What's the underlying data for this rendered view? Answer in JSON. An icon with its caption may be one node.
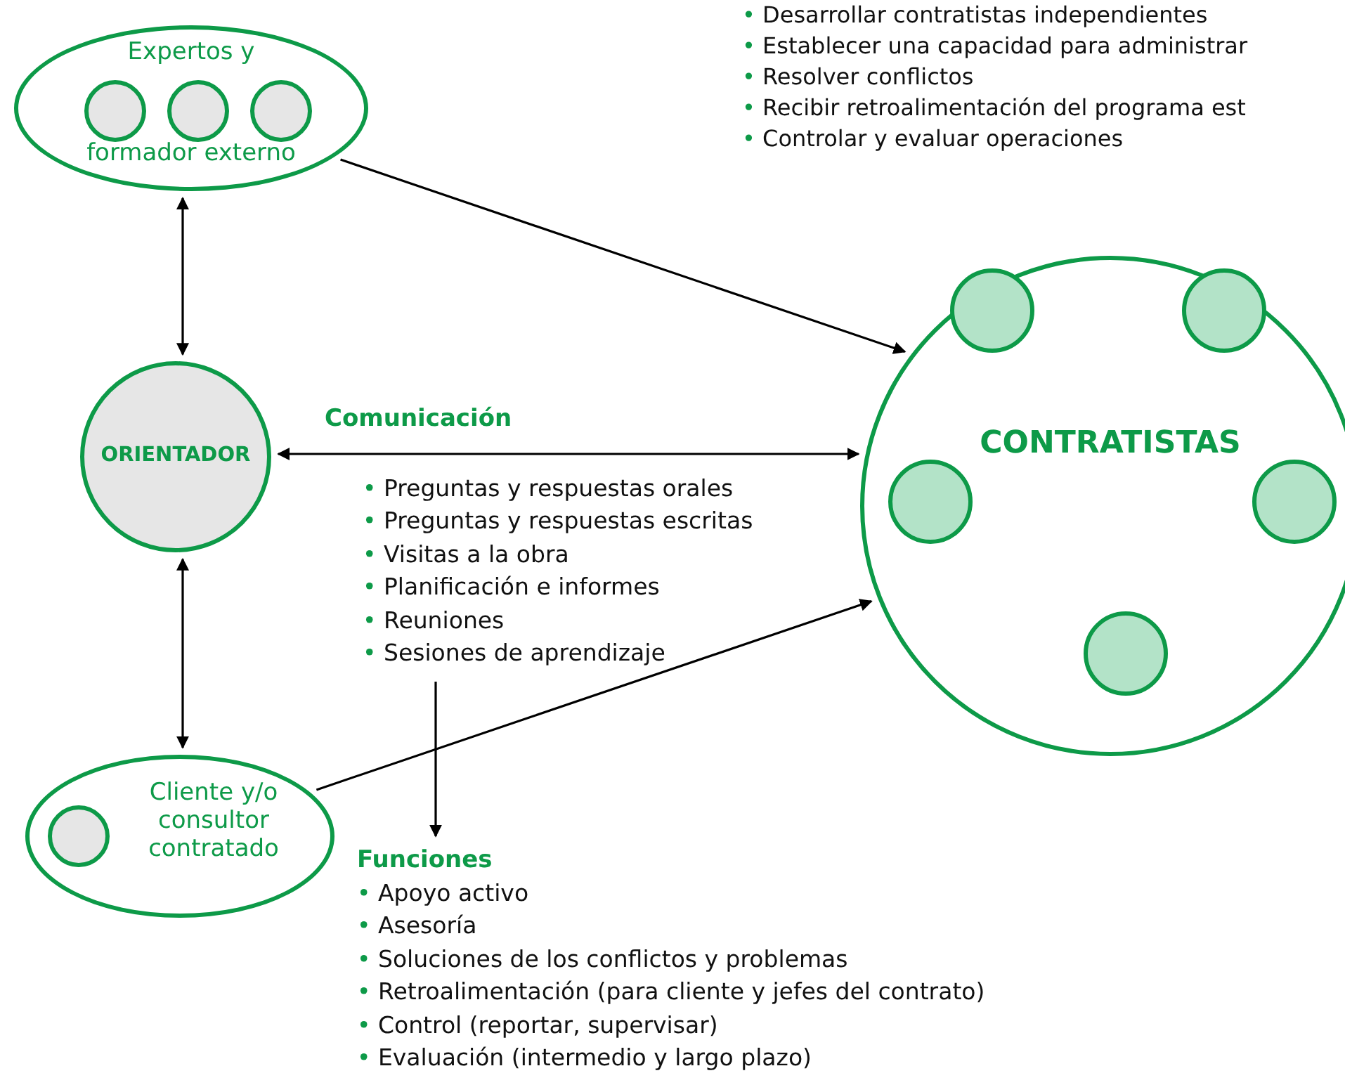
{
  "diagram": {
    "nodes": [
      {
        "text": [
          "Expertos y",
          "formador externo"
        ]
      },
      {
        "text": [],
        "shape": "circle",
        "in": 0
      },
      {
        "text": [],
        "shape": "circle",
        "in": 0
      },
      {
        "text": [],
        "shape": "circle",
        "in": 0
      },
      {
        "text": [
          "ORIENTADOR"
        ]
      },
      {
        "text": [
          "Cliente y/o consultor contratado"
        ]
      },
      {
        "text": [],
        "shape": "circle",
        "in": 5
      },
      {
        "text": [
          "CONTRATISTAS"
        ]
      },
      {
        "text": [],
        "shape": "circle",
        "in": 7
      },
      {
        "text": [],
        "shape": "circle",
        "in": 7
      },
      {
        "text": [],
        "shape": "circle",
        "in": 7
      },
      {
        "text": [],
        "shape": "circle",
        "in": 7
      },
      {
        "text": [],
        "shape": "circle",
        "in": 7
      },
      {
        "text": [
          "• Preguntas y respuestas orales",
          "• Preguntas y respuestas escritas",
          "• Visitas a la obra",
          "• Planificación e informes",
          "• Reuniones",
          "• Sesiones de aprendizaje"
        ]
      },
      {
        "text": [
          "Funciones",
          "• Apoyo activo",
          "• Asesoría",
          "• Soluciones de los conflictos y problemas",
          "• Retroalimentación (para cliente y jefes del contrato)",
          "• Control (reportar, supervisar)",
          "• Evaluación (intermedio y largo plazo)"
        ]
      }
    ],
    "edges": [
      {
        "from": 0,
        "to": 7,
        "arrow": "to"
      },
      {
        "from": 0,
        "to": 4,
        "arrow": "both"
      },
      {
        "from": 4,
        "to": 7,
        "arrow": "both",
        "label": "Comunicación"
      },
      {
        "from": 4,
        "to": 5,
        "arrow": "both"
      },
      {
        "from": 5,
        "to": 7,
        "arrow": "to"
      },
      {
        "from": 13,
        "to": 14,
        "arrow": "to"
      }
    ],
    "labels": [
      "• Desarrollar contratistas independientes",
      "• Establecer una capacidad para administrar",
      "• Resolver conflictos",
      "• Recibir retroalimentación del programa est",
      "• Controlar y evaluar operaciones"
    ]
  }
}
